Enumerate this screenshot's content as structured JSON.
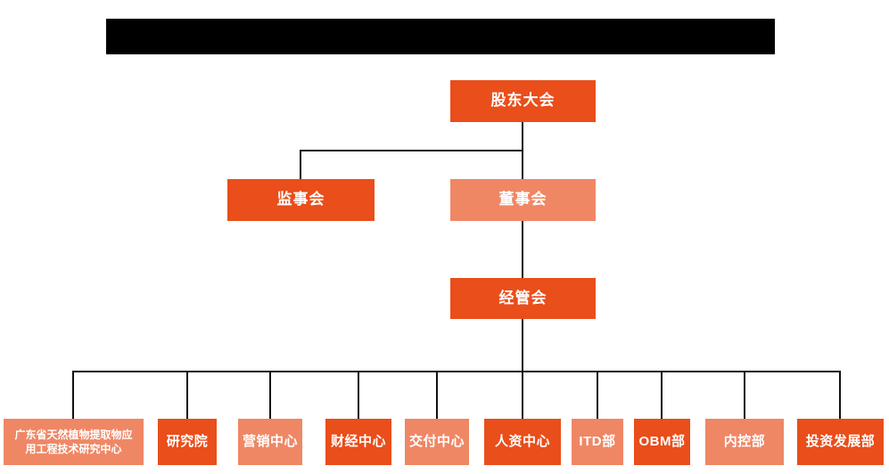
{
  "page": {
    "background": "#ffffff",
    "title_bar": {
      "state": "redacted",
      "color": "#000000"
    }
  },
  "colors": {
    "primary_orange": "#E94E1B",
    "secondary_salmon": "#EF8765",
    "connector_line": "#111111",
    "box_text": "#ffffff"
  },
  "org_chart": {
    "root": {
      "label": "股东大会",
      "variant": "primary"
    },
    "level2": [
      {
        "label": "监事会",
        "variant": "primary"
      },
      {
        "label": "董事会",
        "variant": "secondary"
      }
    ],
    "level3": {
      "label": "经管会",
      "variant": "primary"
    },
    "departments": [
      {
        "label": "广东省天然植物提取物应用工程技术研究中心",
        "variant": "secondary"
      },
      {
        "label": "研究院",
        "variant": "primary"
      },
      {
        "label": "营销中心",
        "variant": "secondary"
      },
      {
        "label": "财经中心",
        "variant": "primary"
      },
      {
        "label": "交付中心",
        "variant": "secondary"
      },
      {
        "label": "人资中心",
        "variant": "primary"
      },
      {
        "label": "ITD部",
        "variant": "secondary"
      },
      {
        "label": "OBM部",
        "variant": "primary"
      },
      {
        "label": "内控部",
        "variant": "secondary"
      },
      {
        "label": "投资发展部",
        "variant": "primary"
      }
    ]
  }
}
